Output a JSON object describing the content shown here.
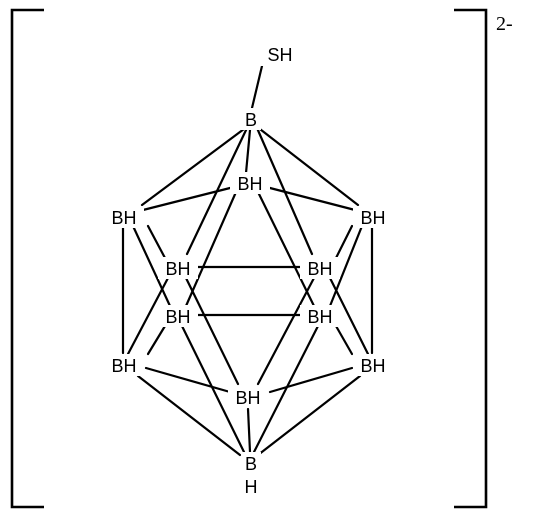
{
  "molecule": {
    "charge": "2-",
    "atoms": {
      "s": "SH",
      "b1": "B",
      "bt": "BH",
      "bl": "BH",
      "br": "BH",
      "bil": "BH",
      "bir": "BH",
      "bil2": "BH",
      "bir2": "BH",
      "bll": "BH",
      "blr": "BH",
      "bb": "BH",
      "b12_b": "B",
      "b12_h": "H"
    }
  }
}
